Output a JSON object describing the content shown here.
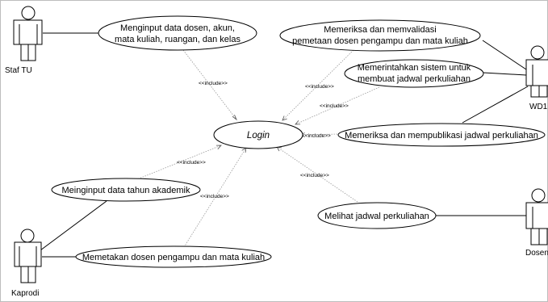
{
  "actors": {
    "staf_tu": "Staf TU",
    "wd1": "WD1",
    "kaprodi": "Kaprodi",
    "dosen": "Dosen"
  },
  "use_cases": {
    "login": "Login",
    "input_data_line1": "Menginput data dosen, akun,",
    "input_data_line2": "mata kuliah, ruangan, dan kelas",
    "validasi_line1": "Memeriksa dan memvalidasi",
    "validasi_line2": "pemetaan dosen pengampu dan mata kuliah",
    "perintah_line1": "Memerintahkan sistem untuk",
    "perintah_line2": "membuat jadwal perkuliahan",
    "publikasi": "Memeriksa dan mempublikasi jadwal perkuliahan",
    "tahun_akademik": "Meinginput data tahun akademik",
    "pemetaan": "Memetakan dosen pengampu dan mata kuliah",
    "lihat_jadwal": "Melihat jadwal perkuliahan"
  },
  "relations": {
    "include": "<<include>>"
  }
}
